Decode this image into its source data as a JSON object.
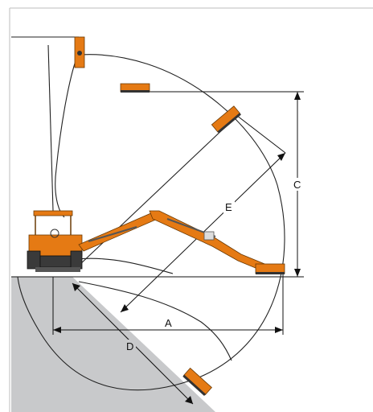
{
  "diagram": {
    "labels": {
      "a": "A",
      "c": "C",
      "d": "D",
      "e": "E"
    },
    "colors": {
      "machine": "#e57a14",
      "slope": "#c8c9cb",
      "lines": "#111111",
      "tires": "#2b2b2b"
    },
    "icons": [
      "tractor-icon",
      "boom-arm-icon",
      "flail-mower-head-icon"
    ]
  }
}
